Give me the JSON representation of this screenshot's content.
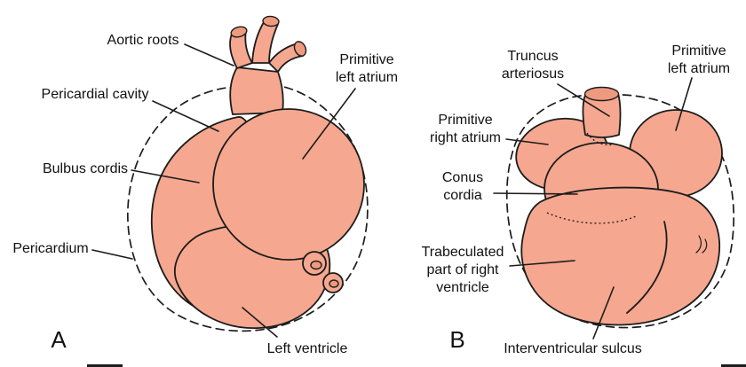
{
  "colors": {
    "heart_fill": "#f5a78f",
    "vessel_opening_fill": "#ee9a7e",
    "outline": "#1c1c1c",
    "background": "#ffffff"
  },
  "panel_a": {
    "letter": "A",
    "labels": {
      "aortic_roots": "Aortic roots",
      "pericardial_cavity": "Pericardial cavity",
      "primitive_left_atrium_line1": "Primitive",
      "primitive_left_atrium_line2": "left atrium",
      "bulbus_cordis": "Bulbus cordis",
      "pericardium": "Pericardium",
      "left_ventricle": "Left ventricle"
    }
  },
  "panel_b": {
    "letter": "B",
    "labels": {
      "truncus_arteriosus_line1": "Truncus",
      "truncus_arteriosus_line2": "arteriosus",
      "primitive_left_atrium_line1": "Primitive",
      "primitive_left_atrium_line2": "left atrium",
      "primitive_right_atrium_line1": "Primitive",
      "primitive_right_atrium_line2": "right atrium",
      "conus_cordia_line1": "Conus",
      "conus_cordia_line2": "cordia",
      "trabeculated_line1": "Trabeculated",
      "trabeculated_line2": "part of right",
      "trabeculated_line3": "ventricle",
      "interventricular_sulcus": "Interventricular sulcus"
    }
  }
}
